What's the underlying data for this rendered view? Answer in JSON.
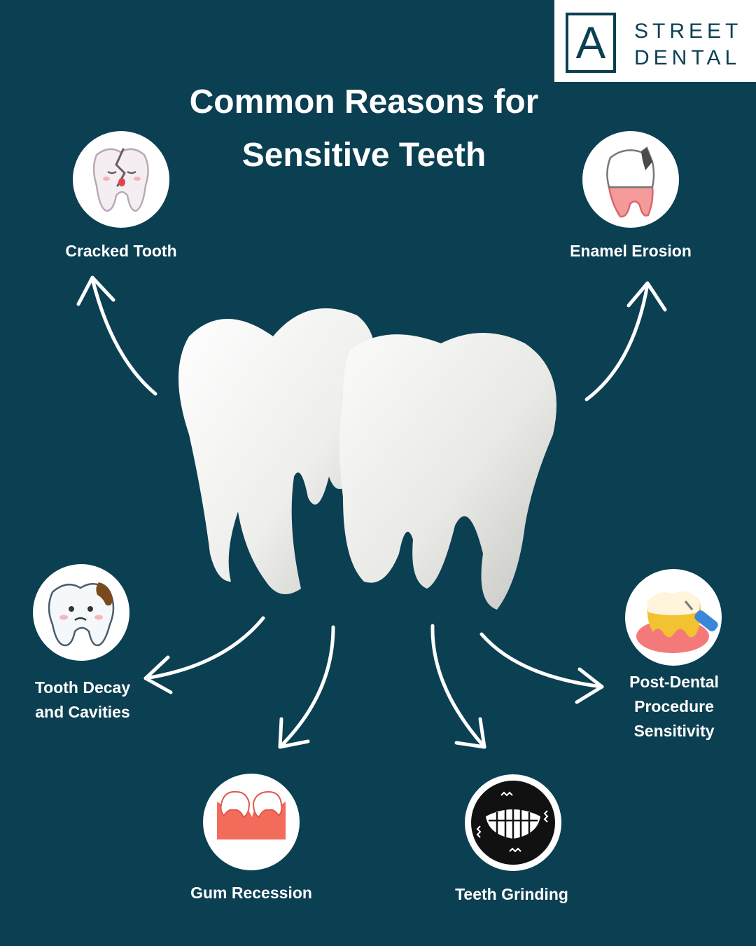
{
  "brand": {
    "mark": "A",
    "line1": "STREET",
    "line2": "DENTAL"
  },
  "title": {
    "line1": "Common Reasons for",
    "line2": "Sensitive Teeth"
  },
  "reasons": {
    "cracked": {
      "label": "Cracked Tooth",
      "icon": "cracked-tooth-icon"
    },
    "enamel": {
      "label": "Enamel Erosion",
      "icon": "enamel-erosion-icon"
    },
    "decay": {
      "line1": "Tooth Decay",
      "line2": "and Cavities",
      "icon": "tooth-decay-icon"
    },
    "post": {
      "line1": "Post-Dental",
      "line2": "Procedure",
      "line3": "Sensitivity",
      "icon": "dental-procedure-icon"
    },
    "gum": {
      "label": "Gum Recession",
      "icon": "gum-recession-icon"
    },
    "grinding": {
      "label": "Teeth Grinding",
      "icon": "teeth-grinding-icon"
    }
  },
  "colors": {
    "background": "#0b3f52",
    "text": "#ffffff",
    "gum": "#f26b5b"
  }
}
